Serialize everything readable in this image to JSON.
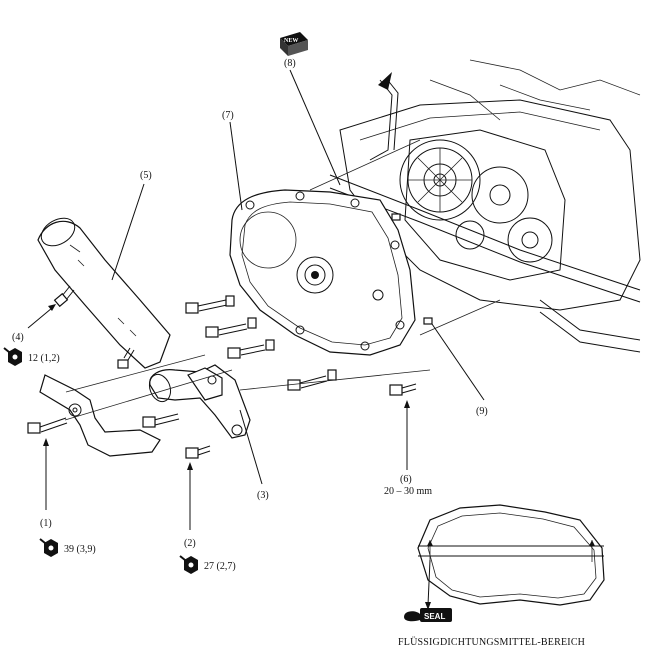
{
  "callouts": {
    "p1": "(1)",
    "p2": "(2)",
    "p3": "(3)",
    "p4": "(4)",
    "p5": "(5)",
    "p6": "(6)",
    "p7": "(7)",
    "p8": "(8)",
    "p9": "(9)"
  },
  "torques": {
    "t4": "12 (1,2)",
    "t1": "39 (3,9)",
    "t2": "27 (2,7)"
  },
  "dimension_6": "20 – 30 mm",
  "badges": {
    "new": "NEW",
    "seal": "SEAL"
  },
  "caption": "FLÜSSIGDICHTUNGSMITTEL-BEREICH"
}
